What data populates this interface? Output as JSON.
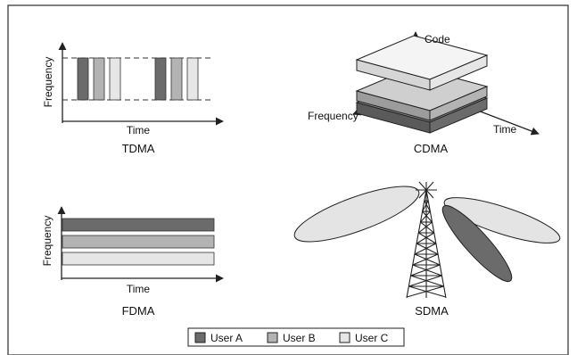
{
  "colors": {
    "user_a": "#6b6b6b",
    "user_b": "#b3b3b3",
    "user_c": "#e6e6e6",
    "outline": "#222222",
    "frame": "#555555"
  },
  "tdma": {
    "title": "TDMA",
    "xlabel": "Time",
    "ylabel": "Frequency"
  },
  "cdma": {
    "title": "CDMA",
    "code_label": "Code",
    "freq_label": "Frequency",
    "time_label": "Time"
  },
  "fdma": {
    "title": "FDMA",
    "xlabel": "Time",
    "ylabel": "Frequency"
  },
  "sdma": {
    "title": "SDMA"
  },
  "legend": {
    "items": [
      {
        "label": "User A",
        "color": "#6b6b6b"
      },
      {
        "label": "User B",
        "color": "#b3b3b3"
      },
      {
        "label": "User C",
        "color": "#e6e6e6"
      }
    ]
  }
}
